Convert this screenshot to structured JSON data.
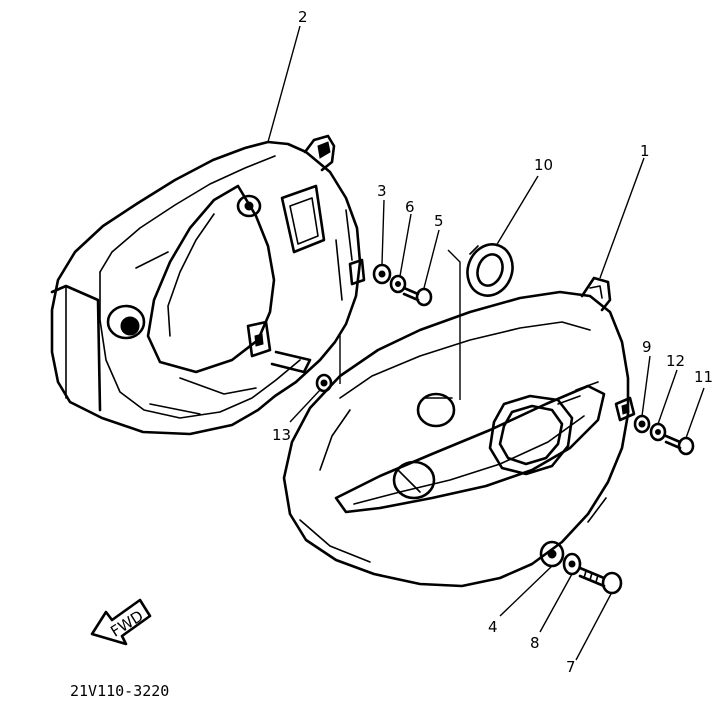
{
  "callouts": {
    "c1": "1",
    "c2": "2",
    "c3": "3",
    "c4": "4",
    "c5": "5",
    "c6": "6",
    "c7": "7",
    "c8": "8",
    "c9": "9",
    "c10": "10",
    "c11": "11",
    "c12": "12",
    "c13": "13"
  },
  "fwd_label": "FWD",
  "part_code": "21V110-3220"
}
